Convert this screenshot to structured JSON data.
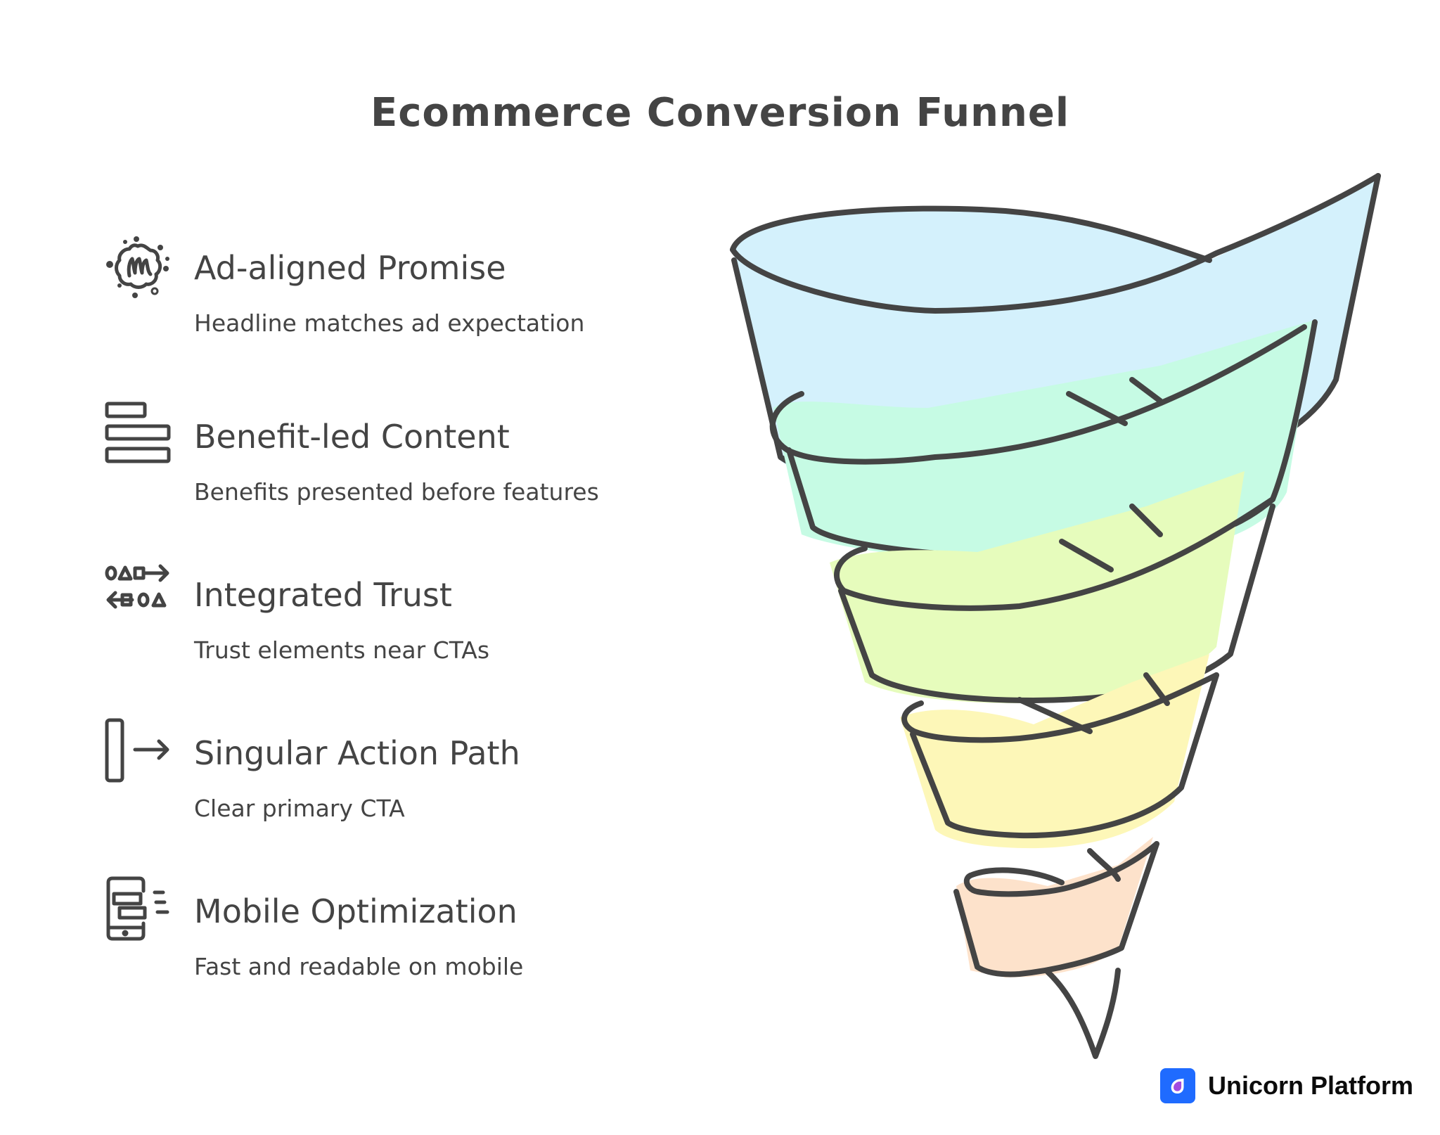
{
  "title": "Ecommerce Conversion Funnel",
  "stages": [
    {
      "label": "Ad-aligned Promise",
      "description": "Headline matches ad expectation",
      "icon": "badge-m-icon",
      "color": "#d4f1fc"
    },
    {
      "label": "Benefit-led Content",
      "description": "Benefits presented before features",
      "icon": "stacked-bars-icon",
      "color": "#c6fbe4"
    },
    {
      "label": "Integrated Trust",
      "description": "Trust elements near CTAs",
      "icon": "shapes-flow-icon",
      "color": "#e6fcbc"
    },
    {
      "label": "Singular Action Path",
      "description": "Clear primary CTA",
      "icon": "box-arrow-icon",
      "color": "#fdf7b8"
    },
    {
      "label": "Mobile Optimization",
      "description": "Fast and readable on mobile",
      "icon": "mobile-phone-icon",
      "color": "#fde2cb"
    }
  ],
  "colors": {
    "stroke": "#444444",
    "brand_blue": "#1f6bff",
    "brand_purple": "#a24be0"
  },
  "brand": {
    "name": "Unicorn Platform",
    "icon": "unicorn-platform-logo-icon"
  }
}
